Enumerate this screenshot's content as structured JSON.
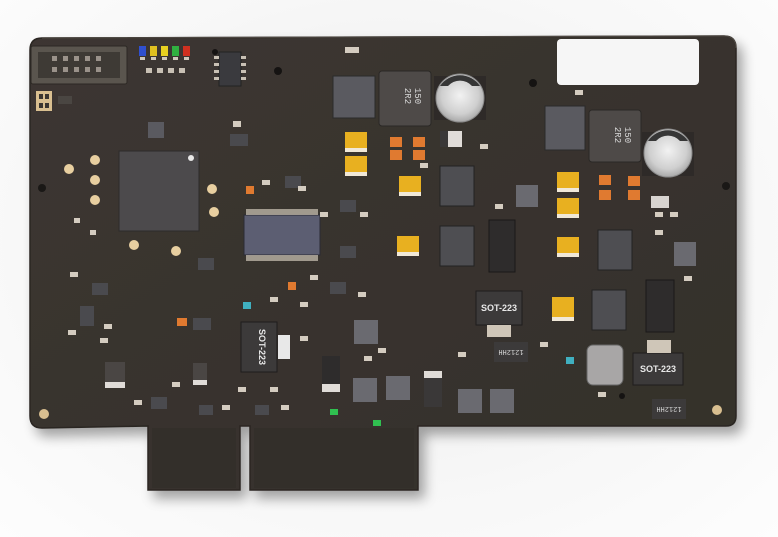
{
  "board": {
    "colors": {
      "background": "#f3f3f3",
      "pcb": "#3a3530",
      "pcb_edge": "#2c2824",
      "pad_gold": "#e8cfa0",
      "ic_body": "#4a4a4e",
      "qfn_body": "#5a5a60",
      "inductor_body": "#4e4a48",
      "cap_electrolytic": "#d8d8d8",
      "tant_yellow": "#e8b020",
      "tant_orange": "#e07a30",
      "label_white": "#f4f4f4",
      "led_blue": "#3050d0",
      "led_yellow": "#e0c020",
      "led_green": "#30b040",
      "led_red": "#d03020"
    },
    "silkscreen": {
      "sot223_left": "SOT-223",
      "sot223_mid": "SOT-223",
      "sot223_right": "SOT-223"
    },
    "component_markings": {
      "inductor_top": "2R2\n150",
      "inductor_right": "2R2\n150",
      "regulator_mid": "1212HH",
      "regulator_right": "1212HH"
    },
    "icons": {
      "connector": "box-header-icon",
      "mcu": "qfp-chip-icon",
      "capacitor": "electrolytic-capacitor-icon"
    }
  }
}
